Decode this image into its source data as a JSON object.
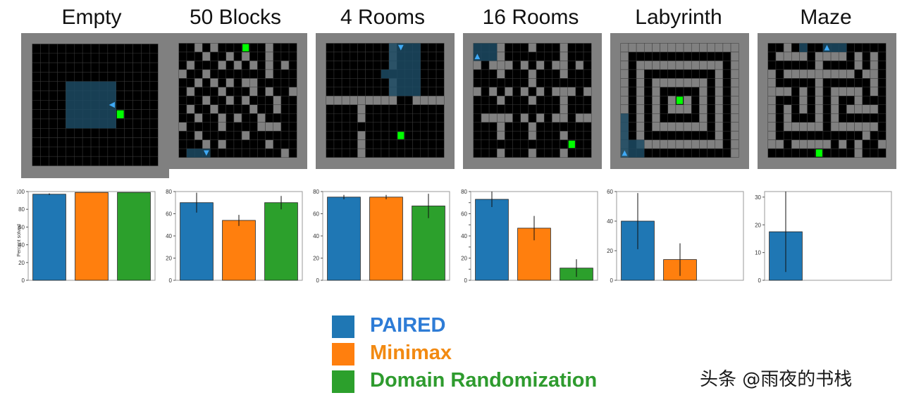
{
  "colors": {
    "paired": "#1f77b4",
    "minimax": "#ff7f0e",
    "domain_randomization": "#2ca02c",
    "wall": "#808080",
    "floor": "#000000",
    "goal": "#00ff00",
    "agent": "#3fa9f5",
    "visited": "#1c4a63",
    "legend_paired_text": "#2e7cd6",
    "legend_minimax_text": "#f28a12",
    "legend_dr_text": "#2e9b2e"
  },
  "panels": [
    {
      "title": "Empty"
    },
    {
      "title": "50 Blocks"
    },
    {
      "title": "4 Rooms"
    },
    {
      "title": "16 Rooms"
    },
    {
      "title": "Labyrinth"
    },
    {
      "title": "Maze"
    }
  ],
  "legend": [
    {
      "label": "PAIRED",
      "color_key": "paired",
      "text_key": "legend_paired_text"
    },
    {
      "label": "Minimax",
      "color_key": "minimax",
      "text_key": "legend_minimax_text"
    },
    {
      "label": "Domain Randomization",
      "color_key": "domain_randomization",
      "text_key": "legend_dr_text"
    }
  ],
  "chart_data": [
    {
      "type": "bar",
      "title": "Empty",
      "ylabel": "Percent solved",
      "ylim": [
        0,
        100
      ],
      "yticks": [
        0,
        20,
        40,
        60,
        80,
        100
      ],
      "series": [
        {
          "name": "PAIRED",
          "values": [
            97
          ],
          "err": [
            1
          ]
        },
        {
          "name": "Minimax",
          "values": [
            99
          ],
          "err": [
            0
          ]
        },
        {
          "name": "Domain Randomization",
          "values": [
            99
          ],
          "err": [
            0
          ]
        }
      ]
    },
    {
      "type": "bar",
      "title": "50 Blocks",
      "ylabel": "",
      "ylim": [
        0,
        80
      ],
      "yticks": [
        0,
        20,
        40,
        60,
        80
      ],
      "series": [
        {
          "name": "PAIRED",
          "values": [
            70
          ],
          "err": [
            9
          ]
        },
        {
          "name": "Minimax",
          "values": [
            54
          ],
          "err": [
            5
          ]
        },
        {
          "name": "Domain Randomization",
          "values": [
            70
          ],
          "err": [
            6
          ]
        }
      ]
    },
    {
      "type": "bar",
      "title": "4 Rooms",
      "ylabel": "",
      "ylim": [
        0,
        80
      ],
      "yticks": [
        0,
        20,
        40,
        60,
        80
      ],
      "series": [
        {
          "name": "PAIRED",
          "values": [
            75
          ],
          "err": [
            2
          ]
        },
        {
          "name": "Minimax",
          "values": [
            75
          ],
          "err": [
            2
          ]
        },
        {
          "name": "Domain Randomization",
          "values": [
            67
          ],
          "err": [
            11
          ]
        }
      ]
    },
    {
      "type": "bar",
      "title": "16 Rooms",
      "ylabel": "",
      "ylim": [
        0,
        80
      ],
      "yticks": [
        0,
        10,
        20,
        30,
        40,
        50,
        60,
        70,
        80
      ],
      "ytick_labels": [
        "0",
        "",
        "20",
        "",
        "40",
        "",
        "60",
        "",
        "80"
      ],
      "series": [
        {
          "name": "PAIRED",
          "values": [
            73
          ],
          "err": [
            7
          ]
        },
        {
          "name": "Minimax",
          "values": [
            47
          ],
          "err": [
            11
          ]
        },
        {
          "name": "Domain Randomization",
          "values": [
            11
          ],
          "err": [
            8
          ]
        }
      ]
    },
    {
      "type": "bar",
      "title": "Labyrinth",
      "ylabel": "",
      "ylim": [
        0,
        60
      ],
      "yticks": [
        0,
        20,
        40,
        60
      ],
      "series": [
        {
          "name": "PAIRED",
          "values": [
            40
          ],
          "err": [
            19
          ]
        },
        {
          "name": "Minimax",
          "values": [
            14
          ],
          "err": [
            11
          ]
        },
        {
          "name": "Domain Randomization",
          "values": [
            0
          ],
          "err": [
            0
          ]
        }
      ]
    },
    {
      "type": "bar",
      "title": "Maze",
      "ylabel": "",
      "ylim": [
        0,
        32
      ],
      "yticks": [
        0,
        10,
        20,
        30
      ],
      "series": [
        {
          "name": "PAIRED",
          "values": [
            17.5
          ],
          "err": [
            14.5
          ]
        },
        {
          "name": "Minimax",
          "values": [
            0
          ],
          "err": [
            0
          ]
        },
        {
          "name": "Domain Randomization",
          "values": [
            0
          ],
          "err": [
            0
          ]
        }
      ]
    }
  ],
  "watermark": "头条 @雨夜的书栈"
}
